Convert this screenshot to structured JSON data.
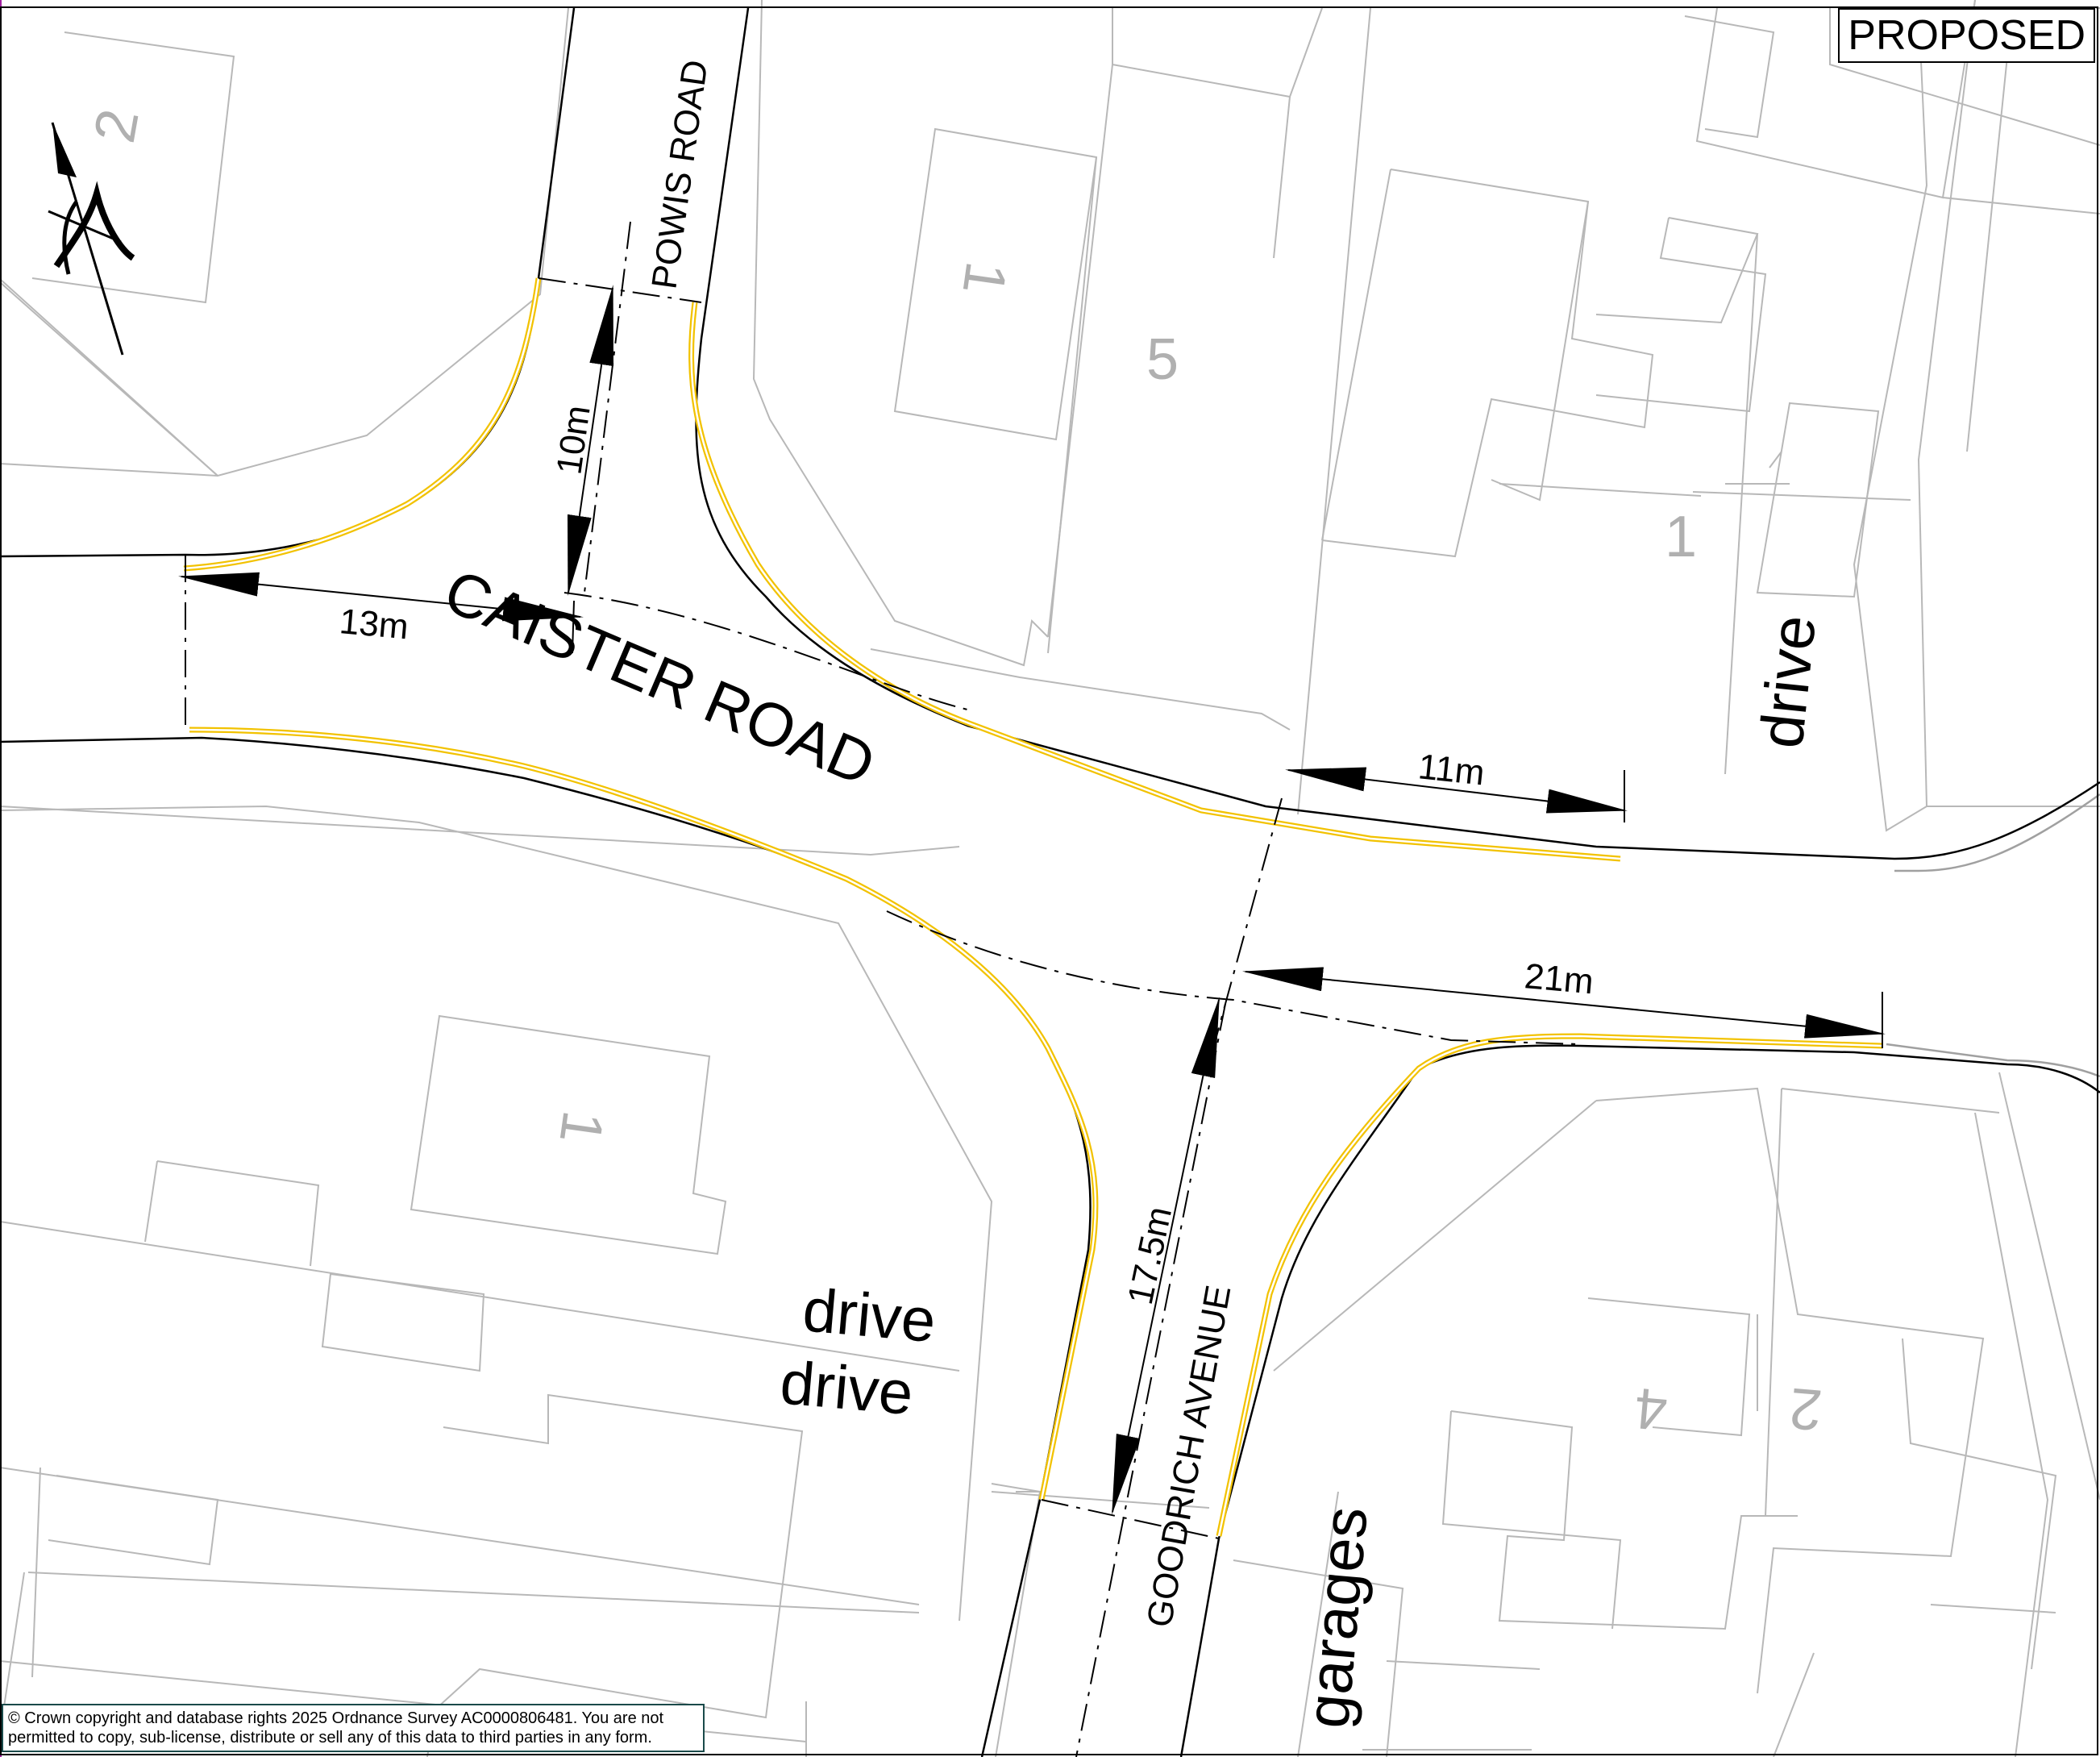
{
  "status_label": "PROPOSED",
  "copyright": "© Crown copyright and database rights 2025 Ordnance Survey AC0000806481. You are not permitted to copy, sub-license, distribute or sell any of this data to third parties in any form.",
  "roads": {
    "caister": "CAISTER ROAD",
    "powis": "POWIS ROAD",
    "goodrich": "GOODRICH AVENUE"
  },
  "dimensions": {
    "d10": "10m",
    "d13": "13m",
    "d11": "11m",
    "d21": "21m",
    "d17": "17.5m"
  },
  "labels": {
    "drive_right": "drive",
    "drive_1": "drive",
    "drive_2": "drive",
    "garages": "garages"
  },
  "house_numbers": {
    "h2_top": "2",
    "h1_top": "1",
    "h5": "5",
    "h1_right": "1",
    "h1_bottom": "1",
    "h4": "4",
    "h2_bottom": "2"
  },
  "colors": {
    "restriction_line": "#f2c200",
    "building_outline": "#b8b8b8",
    "kerb": "#000000"
  },
  "north_arrow_icon": "north-arrow-icon"
}
